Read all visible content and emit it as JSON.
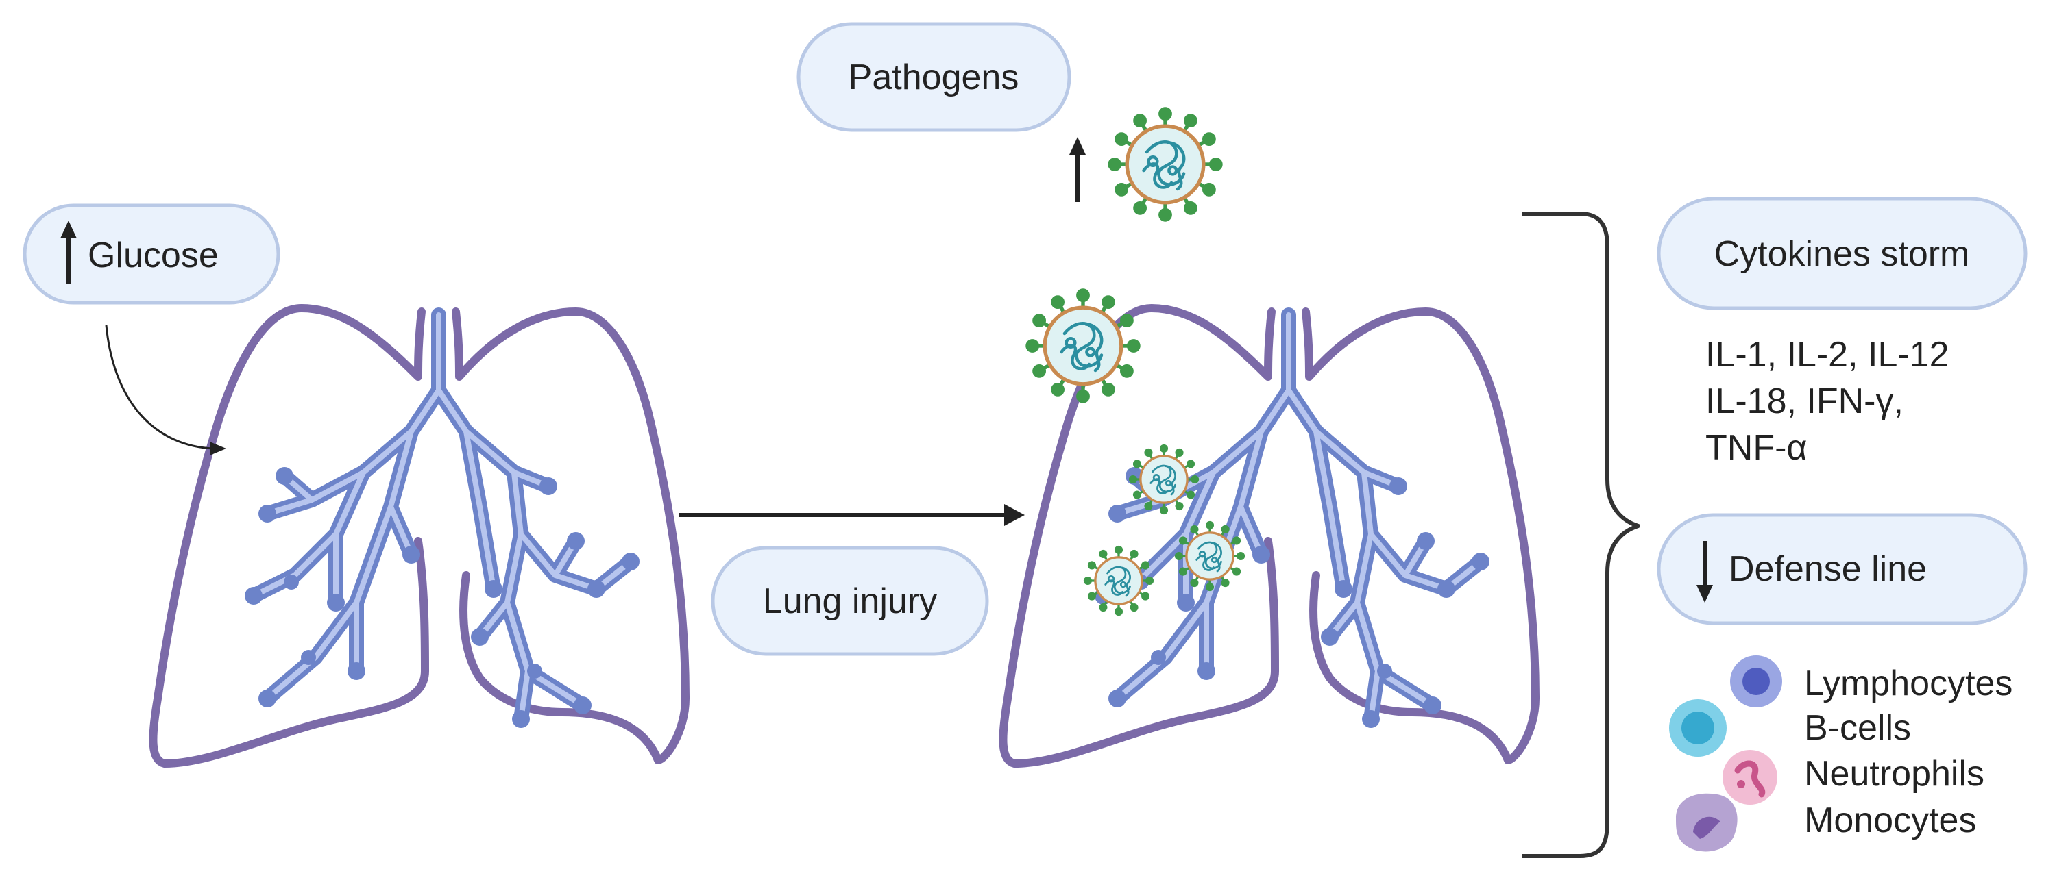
{
  "labels": {
    "glucose": "Glucose",
    "pathogens": "Pathogens",
    "lung_injury": "Lung injury",
    "cytokines_storm": "Cytokines storm",
    "defense_line": "Defense line"
  },
  "cytokines": [
    "IL-1, IL-2, IL-12",
    "IL-18, IFN-γ,",
    "TNF-α"
  ],
  "cells": [
    {
      "name": "Lymphocytes",
      "icon": "lymphocyte-icon",
      "color": "#4f5cbf"
    },
    {
      "name": "B-cells",
      "icon": "b-cell-icon",
      "color": "#36a9cf"
    },
    {
      "name": "Neutrophils",
      "icon": "neutrophil-icon",
      "color": "#e58db5"
    },
    {
      "name": "Monocytes",
      "icon": "monocyte-icon",
      "color": "#8f77b5"
    }
  ],
  "colors": {
    "pill_fill": "#eaf2fc",
    "pill_stroke": "#b9c9e6",
    "lung_outline": "#7b6aa8",
    "airway": "#6c83c9",
    "virus_spike": "#3f9a4a",
    "virus_body": "#dff2f3"
  }
}
